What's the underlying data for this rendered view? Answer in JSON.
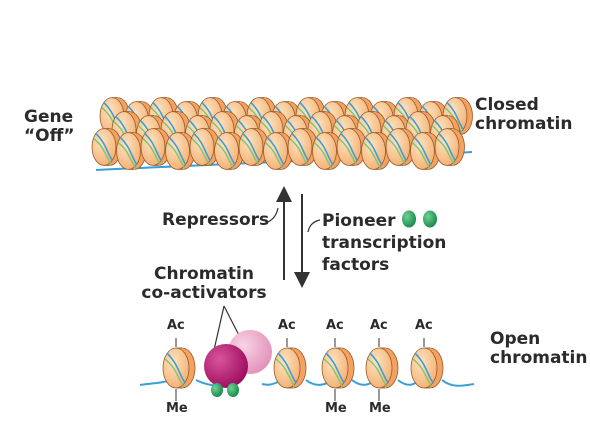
{
  "labels": {
    "gene_off": [
      "Gene",
      "“Off”"
    ],
    "closed_chromatin": [
      "Closed",
      "chromatin"
    ],
    "repressors": "Repressors",
    "pioneer": [
      "Pioneer",
      "transcription",
      "factors"
    ],
    "coactivators": [
      "Chromatin",
      "co-activators"
    ],
    "open_chromatin": [
      "Open",
      "chromatin"
    ],
    "ac": "Ac",
    "me": "Me"
  },
  "open_chromatin": {
    "acetylated_nucleosomes_left_to_right": [
      true,
      true,
      true,
      true,
      true
    ],
    "methylated_nucleosomes_left_to_right": [
      true,
      false,
      true,
      true,
      false
    ]
  },
  "colors": {
    "nucleosome_fill": "#f7c48c",
    "nucleosome_rim": "#f4a262",
    "dna_blue": "#3a9fd6",
    "dna_green": "#7cc576",
    "coactivator_magenta": "#b2126e",
    "coactivator_pink": "#e79bc0",
    "pioneer_green": "#27a860",
    "arrow": "#333333"
  },
  "icons": [
    "up-arrow",
    "down-arrow",
    "green-dot"
  ]
}
